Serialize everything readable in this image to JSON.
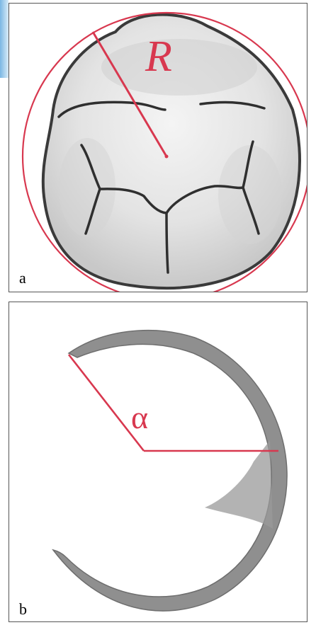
{
  "panel_a": {
    "label": "a",
    "radius_label": "R",
    "colors": {
      "circle": "#d8384f",
      "outline": "#3a3a3a",
      "fill": "#e6e6e6"
    }
  },
  "panel_b": {
    "label": "b",
    "angle_label": "α",
    "colors": {
      "angle_lines": "#d8384f",
      "crescent": "#8f8f8f"
    }
  }
}
